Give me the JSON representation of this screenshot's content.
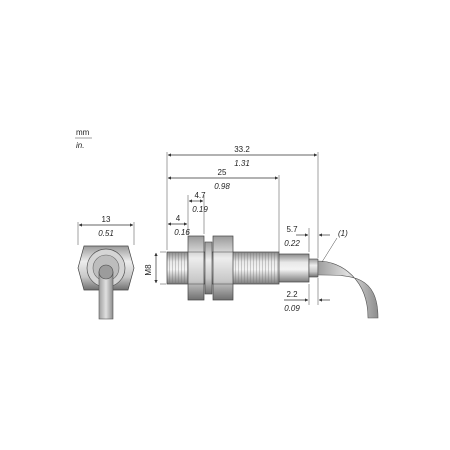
{
  "units": {
    "primary": "mm",
    "secondary": "in."
  },
  "dimensions": {
    "face_width": {
      "mm": "13",
      "in": "0.51"
    },
    "overall_length": {
      "mm": "33.2",
      "in": "1.31"
    },
    "body_length": {
      "mm": "25",
      "in": "0.98"
    },
    "nut_width": {
      "mm": "4.7",
      "in": "0.19"
    },
    "front_offset": {
      "mm": "4",
      "in": "0.16"
    },
    "cable_exit": {
      "mm": "5.7",
      "in": "0.22"
    },
    "end_offset": {
      "mm": "2.2",
      "in": "0.09"
    },
    "thread": "M8"
  },
  "note_ref": "(1)",
  "colors": {
    "line": "#333333",
    "metal_light": "#e6e6e6",
    "metal_mid": "#b8b8b8",
    "metal_dark": "#7a7a7a"
  }
}
